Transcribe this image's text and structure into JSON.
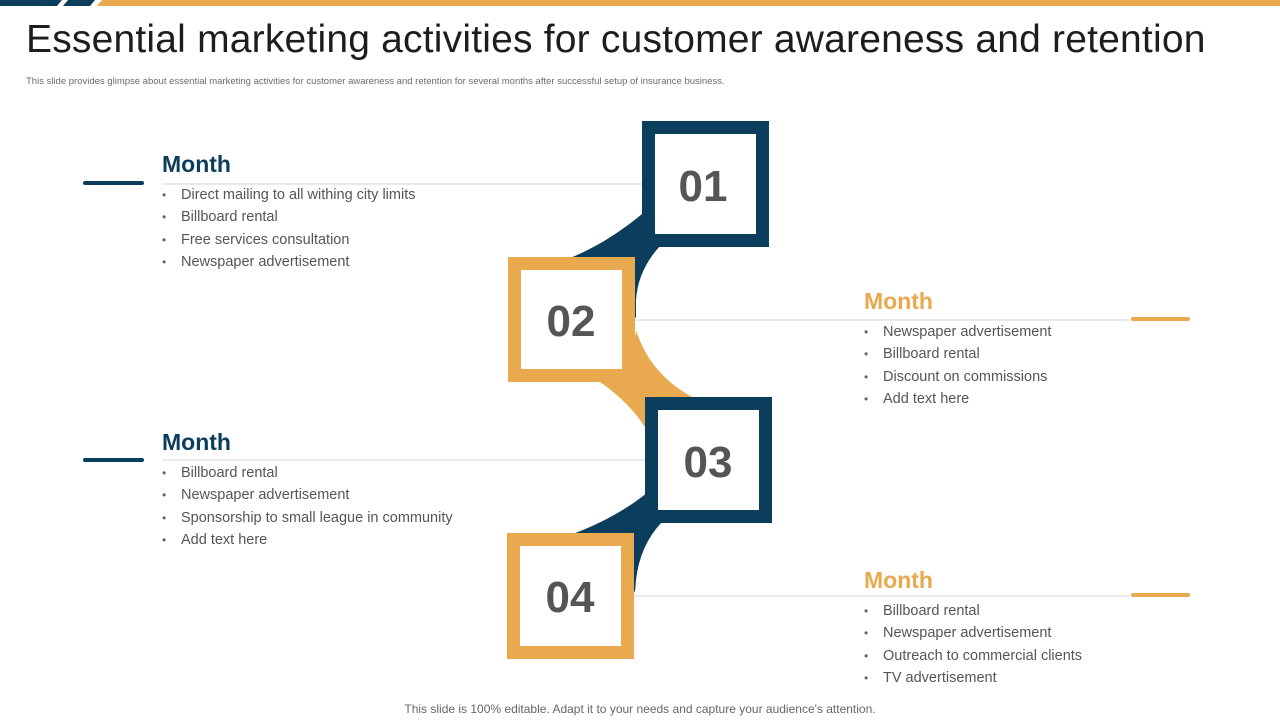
{
  "title": "Essential marketing activities for customer awareness and retention",
  "subtitle": "This slide provides glimpse about essential marketing activities for customer awareness and retention for several months after successful setup of insurance business.",
  "colors": {
    "navy": "#0b3d5c",
    "gold": "#e8a94f",
    "number": "#555555",
    "divider": "#d4d4d4"
  },
  "steps": [
    {
      "number": "01",
      "heading": "Month",
      "color": "navy",
      "items": [
        "Direct mailing to all withing city limits",
        "Billboard rental",
        "Free services consultation",
        "Newspaper advertisement"
      ]
    },
    {
      "number": "02",
      "heading": "Month",
      "color": "gold",
      "items": [
        "Newspaper advertisement",
        "Billboard rental",
        "Discount on commissions",
        "Add text here"
      ]
    },
    {
      "number": "03",
      "heading": "Month",
      "color": "navy",
      "items": [
        "Billboard rental",
        "Newspaper advertisement",
        "Sponsorship to small league in community",
        "Add text here"
      ]
    },
    {
      "number": "04",
      "heading": "Month",
      "color": "gold",
      "items": [
        "Billboard rental",
        "Newspaper advertisement",
        "Outreach to commercial clients",
        "TV advertisement"
      ]
    }
  ],
  "footer": "This slide is 100% editable. Adapt it to your needs and capture your audience's attention."
}
